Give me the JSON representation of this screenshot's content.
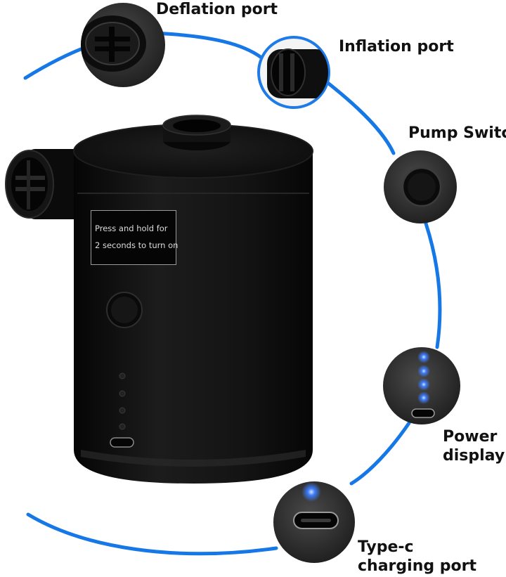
{
  "callouts": {
    "deflation_port": "Deflation port",
    "inflation_port": "Inflation port",
    "pump_switch": "Pump Switch",
    "power_display_line1": "Power",
    "power_display_line2": "display",
    "charging_port_line1": "Type-c",
    "charging_port_line2": "charging port"
  },
  "sticker": {
    "line1": "Press and hold for",
    "line2": "2 seconds to turn on"
  },
  "colors": {
    "arc": "#1677e6",
    "body": "#0d0d0d",
    "led_on": "#2f7cff"
  },
  "icons": [
    "deflation-port-icon",
    "inflation-port-icon",
    "pump-switch-icon",
    "power-led-icon",
    "usb-c-port-icon"
  ]
}
